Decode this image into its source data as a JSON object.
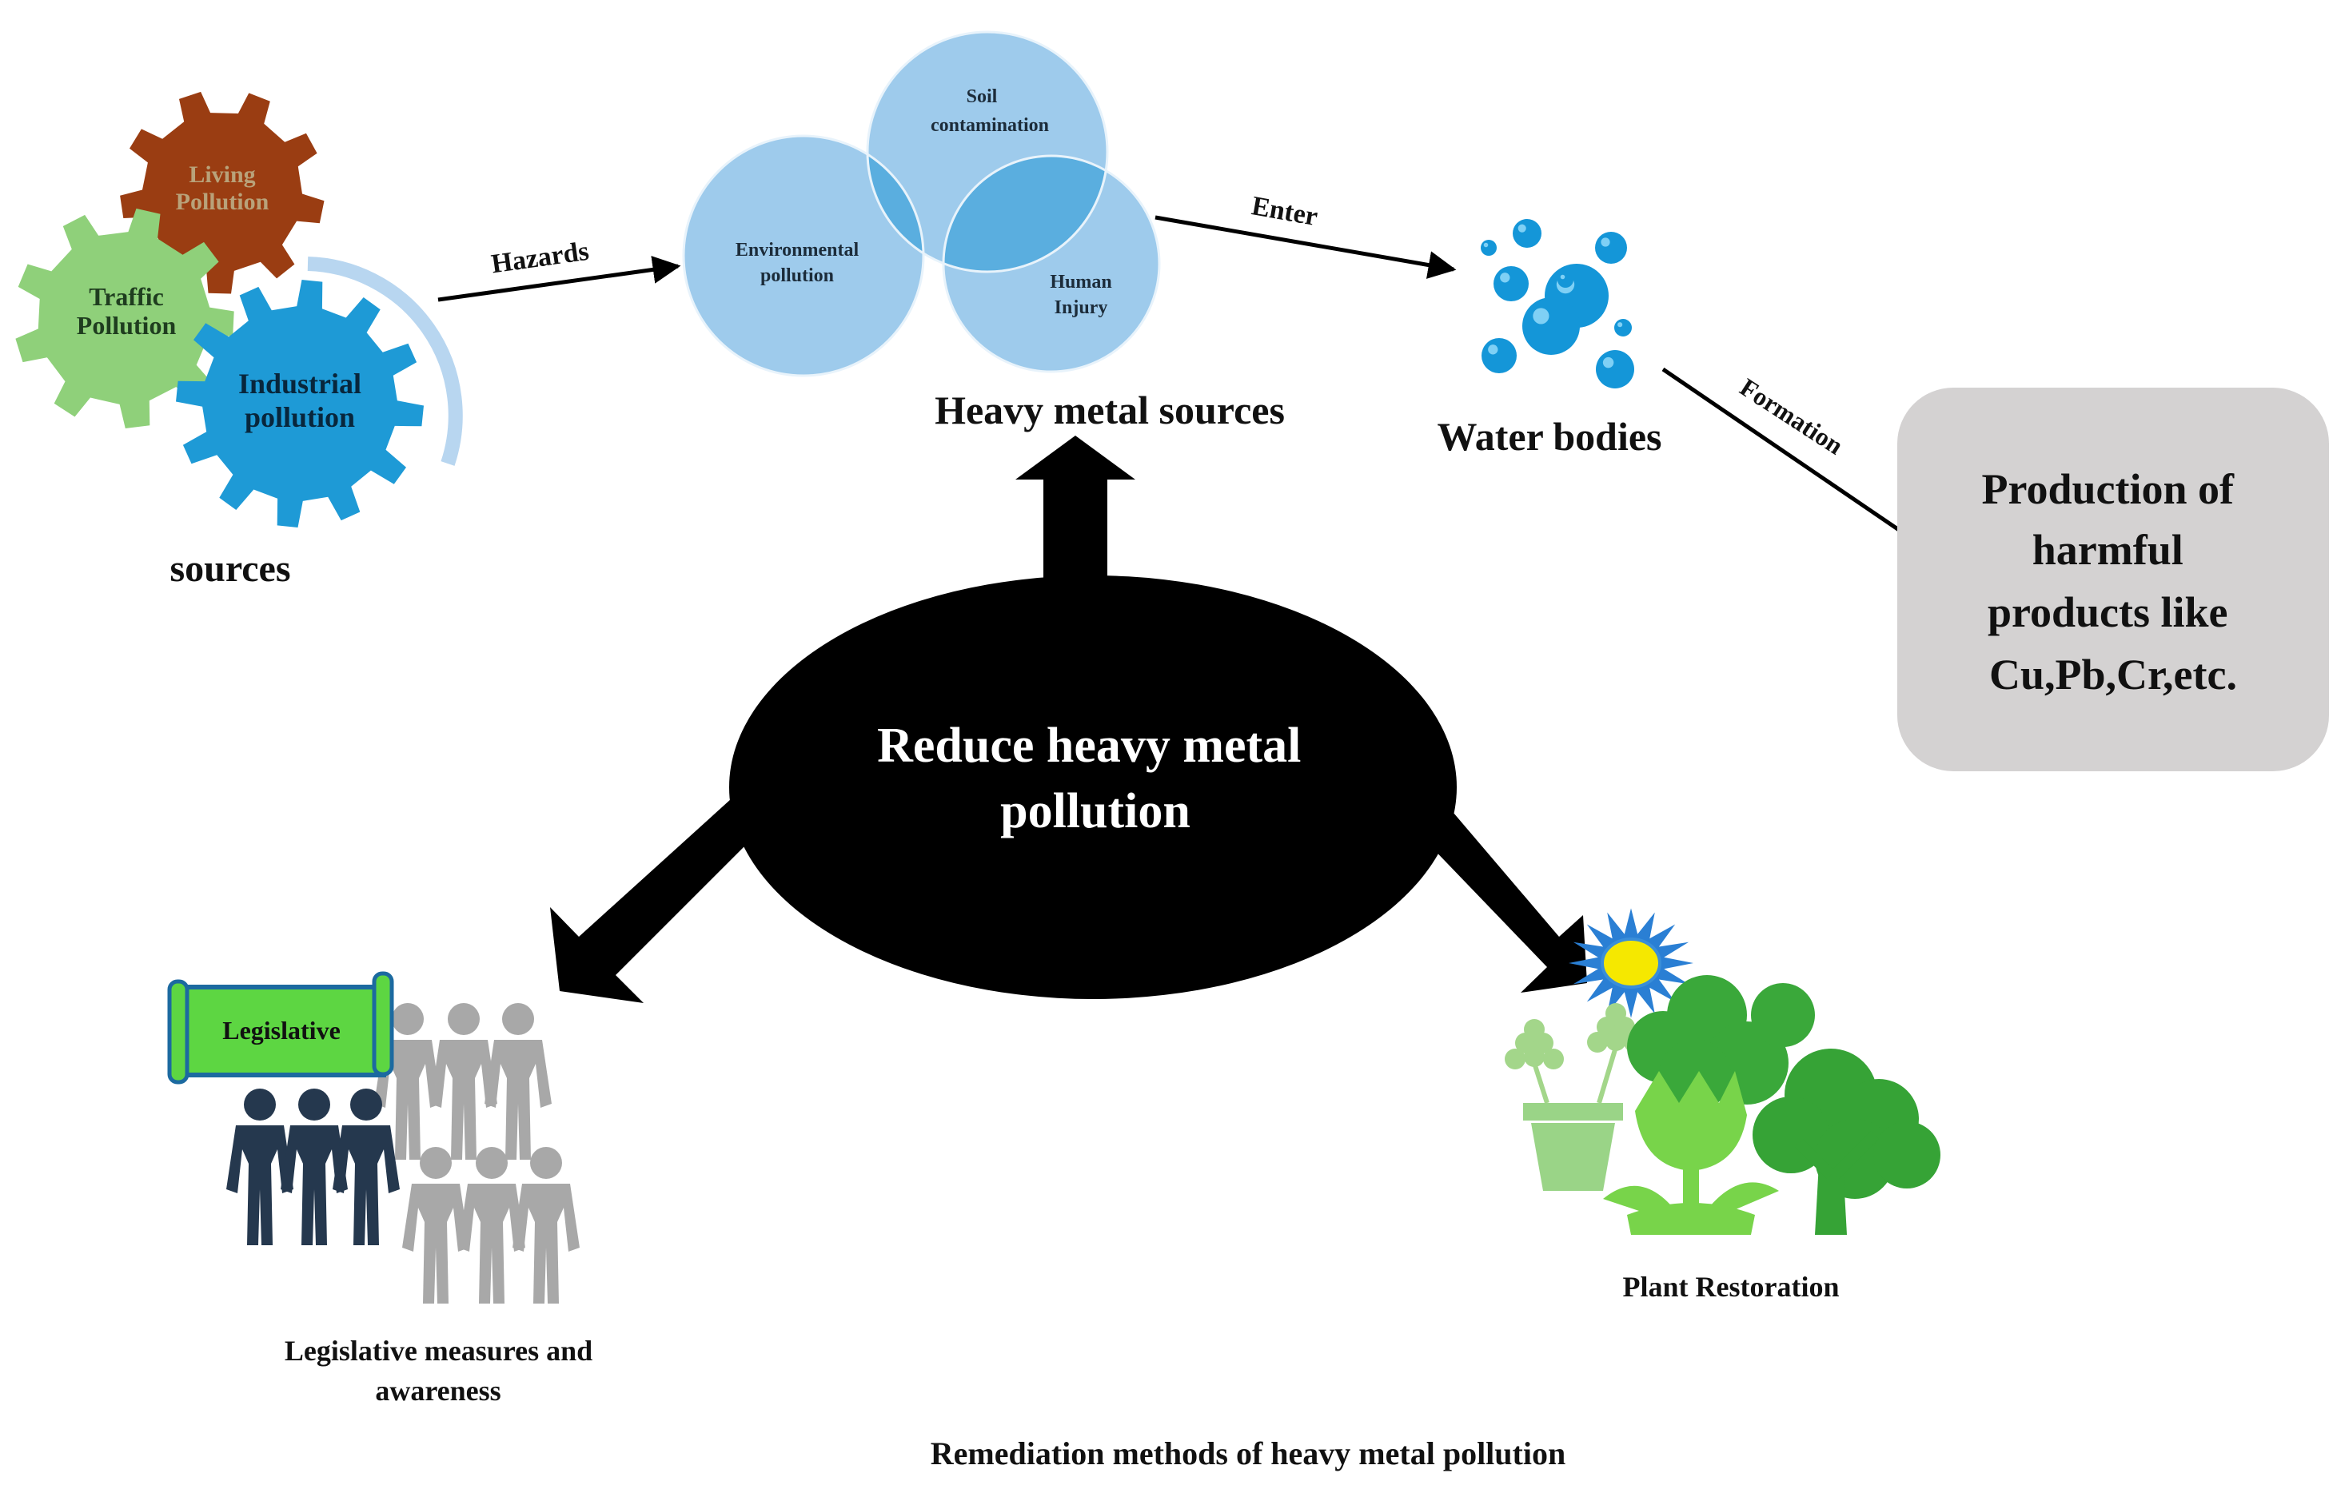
{
  "sources": {
    "gear_living": "Living Pollution",
    "gear_traffic": "Traffic Pollution",
    "gear_industrial": "Industrial pollution",
    "label": "sources"
  },
  "arrows": {
    "hazards": "Hazards",
    "enter": "Enter",
    "formation": "Formation"
  },
  "heavy_metal_sources": {
    "circle_soil": "Soil contamination",
    "circle_env": "Environmental pollution",
    "circle_human": "Human Injury",
    "label": "Heavy metal sources"
  },
  "water": {
    "label": "Water bodies"
  },
  "harmful_box": {
    "text": "Production of harmful products like Cu,Pb,Cr,etc."
  },
  "center": {
    "text": "Reduce heavy metal pollution"
  },
  "legislative": {
    "banner": "Legislative",
    "label": "Legislative measures and awareness"
  },
  "plants": {
    "label": "Plant Restoration"
  },
  "caption": "Remediation methods of heavy metal pollution",
  "colors": {
    "living_gear": "#9a3d12",
    "traffic_gear": "#8fd07a",
    "industrial_gear": "#1e9ad6",
    "circles": "#9ecbec",
    "circles_overlap": "#5aaedf",
    "bubbles": "#1496d8",
    "center_ellipse": "#000000",
    "harmful_box": "#d4d2d2",
    "banner": "#5dd642",
    "people_dark": "#25384e",
    "people_grey": "#a8a8a8",
    "plant_green": "#3aa83a",
    "sun": "#f5e800"
  }
}
